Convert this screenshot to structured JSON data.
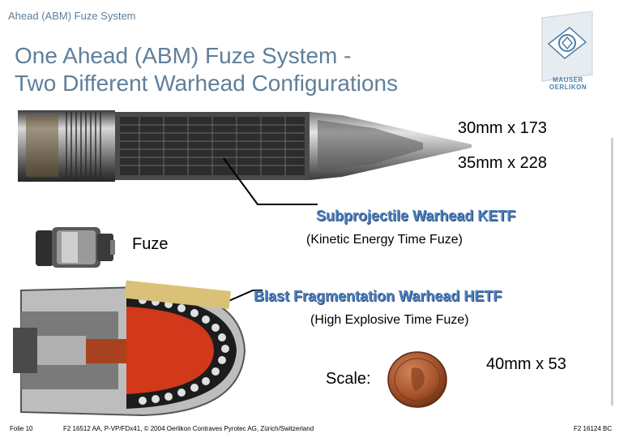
{
  "header": {
    "small_title": "Ahead (ABM) Fuze System"
  },
  "title": {
    "line1": "One Ahead (ABM) Fuze System -",
    "line2": "Two Different Warhead Configurations"
  },
  "logo": {
    "line1": "MAUSER",
    "line2": "OERLIKON"
  },
  "labels": {
    "size_30": "30mm x 173",
    "size_35": "35mm x 228",
    "ketf_heading": "Subprojectile Warhead KETF",
    "fuze": "Fuze",
    "ketf_desc": "(Kinetic Energy Time Fuze)",
    "hetf_heading": "Blast Fragmentation Warhead HETF",
    "hetf_desc": "(High Explosive Time Fuze)",
    "scale": "Scale:",
    "size_40": "40mm x 53"
  },
  "footer": {
    "folio": "Folie 10",
    "reference": "F2 16512 AA, P-VP/FDx41, © 2004 Oerlikon Contraves Pyrotec AG, Zürich/Switzerland",
    "code": "F2 16124 BC"
  },
  "colors": {
    "title": "#5f7f9a",
    "highlight": "#4d7fbf",
    "logo": "#4a7ea8"
  }
}
